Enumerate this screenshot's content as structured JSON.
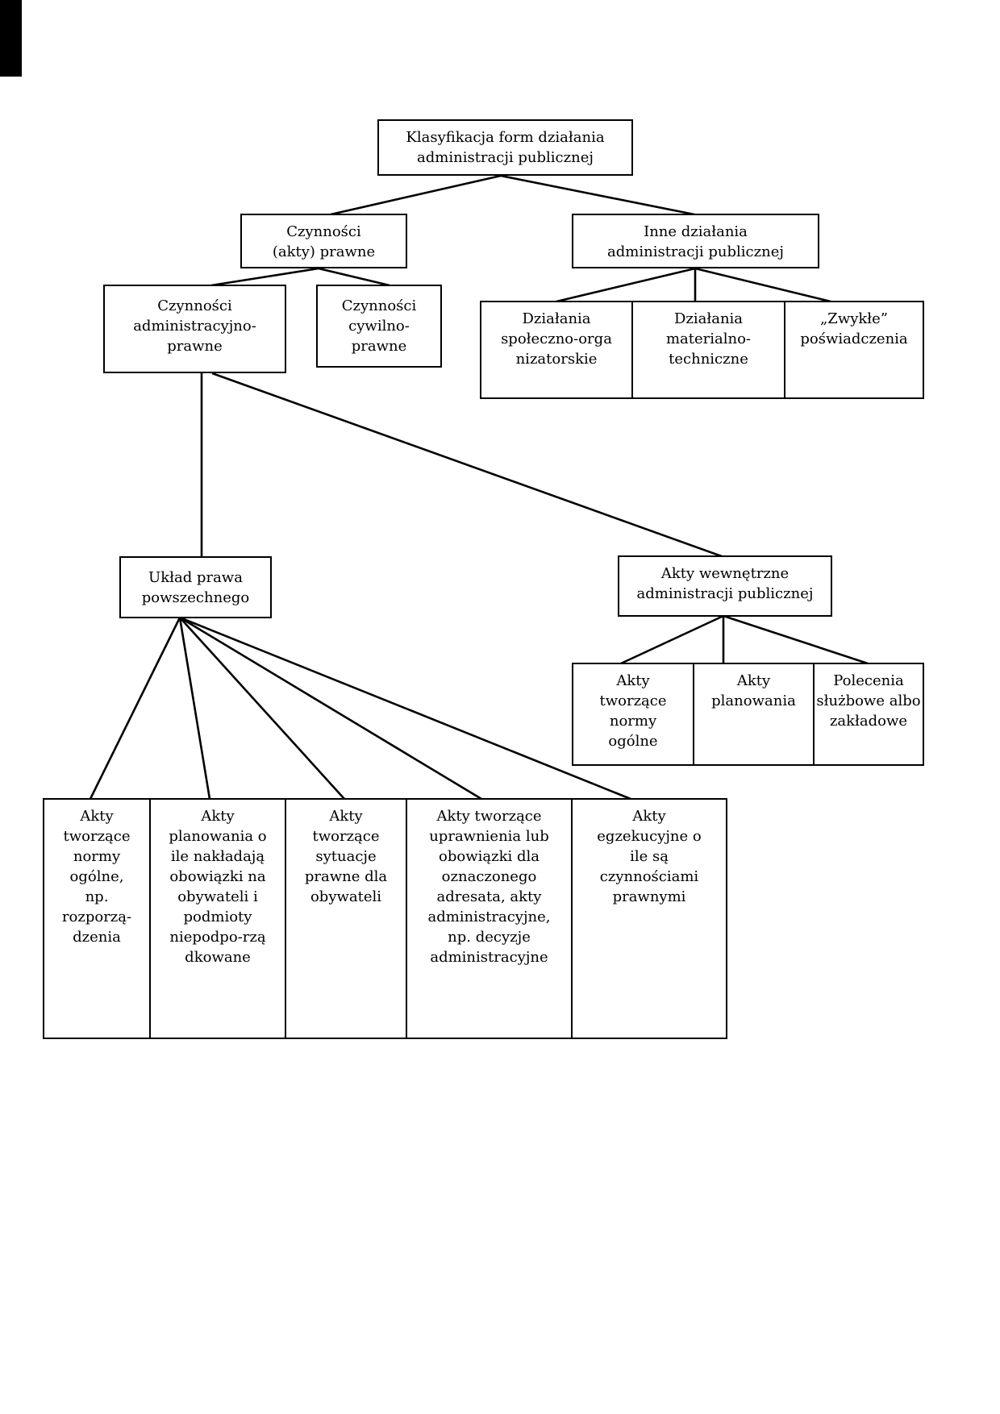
{
  "diagram": {
    "type": "tree",
    "title": "Klasyfikacja form działania administracji publicznej",
    "language": "pl"
  },
  "colors": {
    "box_border": "#000000",
    "box_background": "#ffffff",
    "text": "#000000",
    "connector_line": "#000000",
    "page_background": "#ffffff"
  },
  "nodes": {
    "root": {
      "label": "Klasyfikacja form działania\nadministracji publicznej"
    },
    "czynnosci_prawne": {
      "label": "Czynności\n(akty) prawne"
    },
    "inne_dzialania": {
      "label": "Inne działania\nadministracji publicznej"
    },
    "czynnosci_administracyjno_prawne": {
      "label": "Czynności\nadministracyjno-\nprawne"
    },
    "czynnosci_cywilno_prawne": {
      "label": "Czynności\ncywilno-\nprawne"
    },
    "dzialania_spoleczno_organizatorskie": {
      "label": "Działania\nspołeczno-orga\nnizatorskie"
    },
    "dzialania_materialno_techniczne": {
      "label": "Działania\nmaterialno-\ntechniczne"
    },
    "zwykle_poswiadczenia": {
      "label": "„Zwykłe”\npoświadczenia"
    },
    "uklad_prawa_powszechnego": {
      "label": "Układ prawa\npowszechnego"
    },
    "akty_wewnetrzne": {
      "label": "Akty wewnętrzne\nadministracji publicznej"
    },
    "akty_tworzace_normy_ogolne": {
      "label": "Akty\ntworzące\nnormy\nogólne"
    },
    "akty_planowania": {
      "label": "Akty\nplanowania"
    },
    "polecenia_sluzbowe": {
      "label": "Polecenia\nsłużbowe albo\nzakładowe"
    },
    "akty_normy_ogolne_rozporzadzenia": {
      "label": "Akty\ntworzące\nnormy\nogólne,\nnp.\nrozporzą-\ndzenia"
    },
    "akty_planowania_obowiazki": {
      "label": "Akty\nplanowania o\nile nakładają\nobowiązki na\nobywateli i\npodmioty\nniepodpo-rzą\ndkowane"
    },
    "akty_sytuacje_prawne": {
      "label": "Akty\ntworzące\nsytuacje\nprawne dla\nobywateli"
    },
    "akty_uprawnienia_obowiazki": {
      "label": "Akty tworzące\nuprawnienia lub\nobowiązki dla\noznaczonego\nadresata, akty\nadministracyjne,\nnp. decyzje\nadministracyjne"
    },
    "akty_egzekucyjne": {
      "label": "Akty\negzekucyjne o\nile są\nczynnościami\nprawnymi"
    }
  }
}
